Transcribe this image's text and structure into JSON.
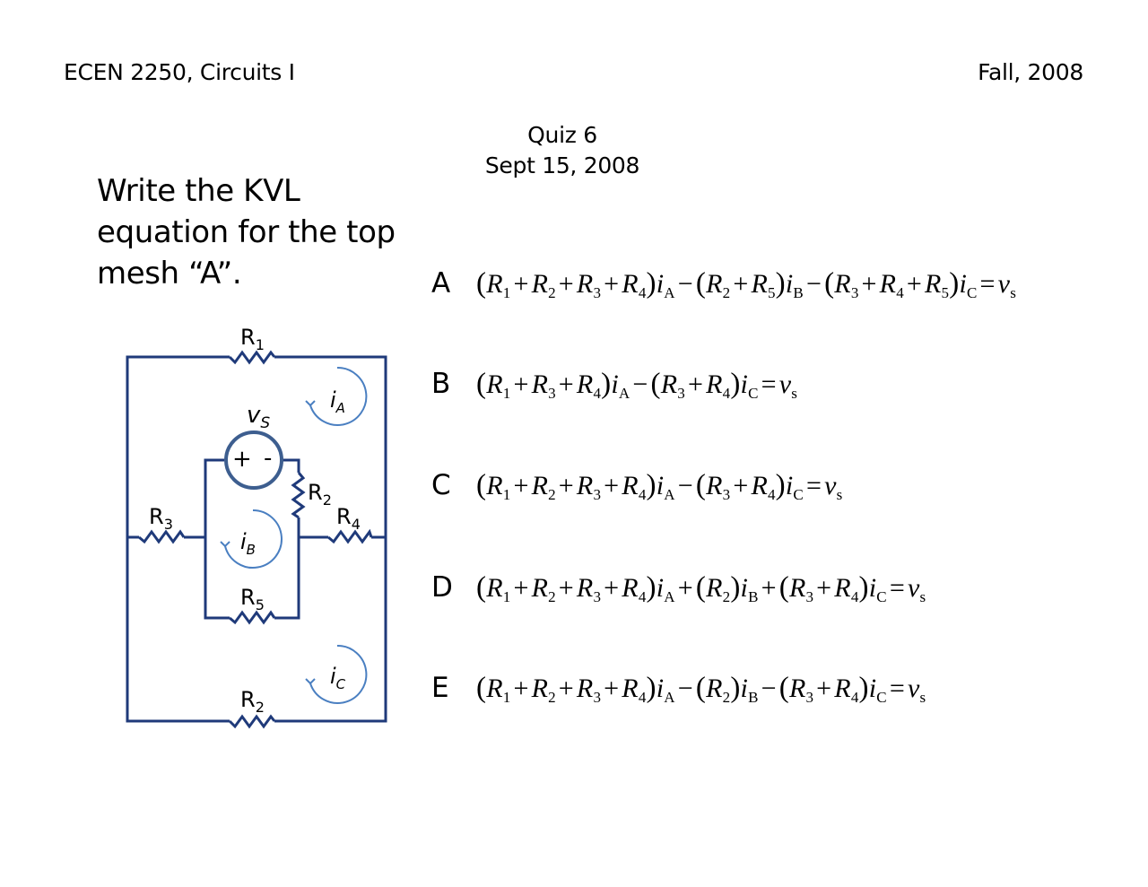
{
  "header": {
    "course": "ECEN 2250, Circuits I",
    "term": "Fall, 2008"
  },
  "quiz": {
    "title": "Quiz 6",
    "date": "Sept 15, 2008"
  },
  "prompt": {
    "line1": "Write the KVL",
    "line2": "equation for the top",
    "line3": "mesh “A”."
  },
  "circuit": {
    "wire_color": "#1f3a7a",
    "arrow_color": "#4a7fc1",
    "source_color": "#3d5e8f",
    "labels": {
      "r1": "R",
      "r1_sub": "1",
      "r2_mid": "R",
      "r2_mid_sub": "2",
      "r3": "R",
      "r3_sub": "3",
      "r4": "R",
      "r4_sub": "4",
      "r5": "R",
      "r5_sub": "5",
      "r2_bot": "R",
      "r2_bot_sub": "2",
      "vs": "v",
      "vs_sub": "S",
      "plus": "+",
      "minus": "-",
      "ia": "i",
      "ia_sub": "A",
      "ib": "i",
      "ib_sub": "B",
      "ic": "i",
      "ic_sub": "C"
    }
  },
  "options": [
    {
      "letter": "A",
      "equation": "(R1 + R2 + R3 + R4) iA − (R2 + R5) iB − (R3 + R4 + R5) iC = vs"
    },
    {
      "letter": "B",
      "equation": "(R1 + R3 + R4) iA − (R3 + R4) iC = vs"
    },
    {
      "letter": "C",
      "equation": "(R1 + R2 + R3 + R4) iA − (R3 + R4) iC = vs"
    },
    {
      "letter": "D",
      "equation": "(R1 + R2 + R3 + R4) iA + (R2) iB + (R3 + R4) iC = vs"
    },
    {
      "letter": "E",
      "equation": "(R1 + R2 + R3 + R4) iA − (R2) iB − (R3 + R4) iC = vs"
    }
  ]
}
